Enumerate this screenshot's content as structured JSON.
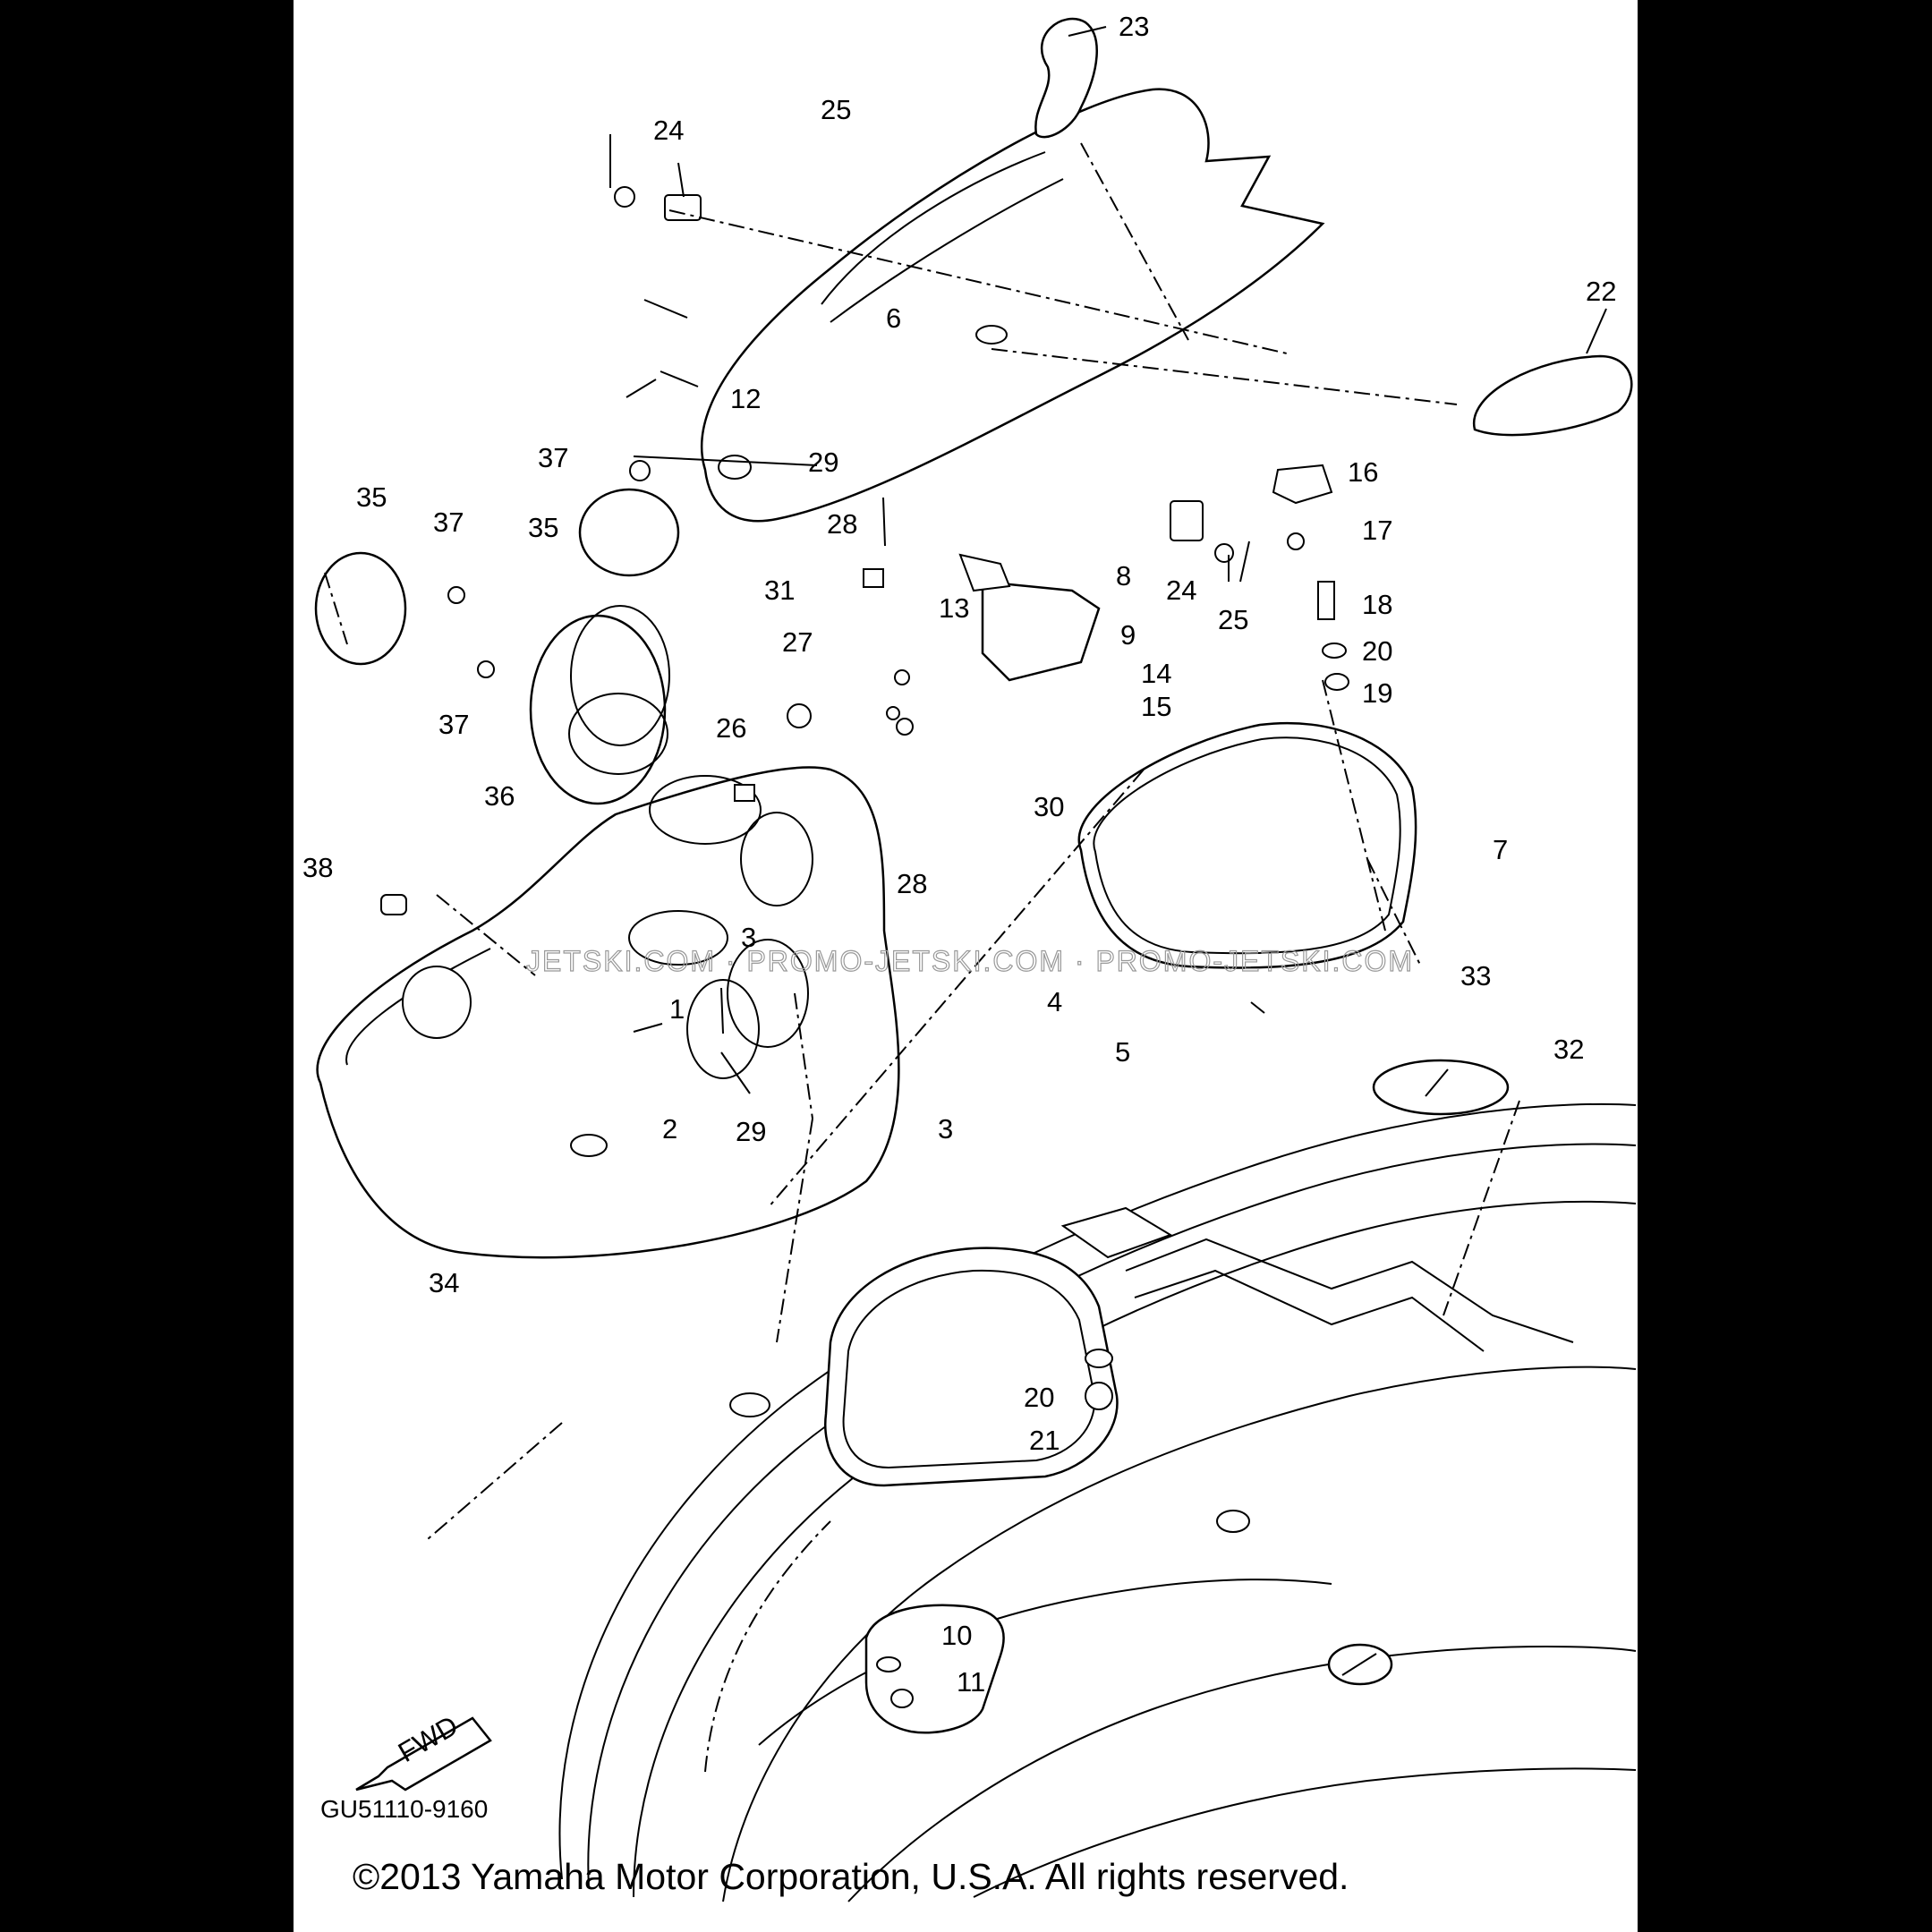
{
  "diagram": {
    "watermark": "JETSKI.COM · PROMO-JETSKI.COM · PROMO-JETSKI.COM",
    "fwd_label": "FWD",
    "drawing_code": "GU51110-9160",
    "copyright": "©2013 Yamaha Motor Corporation, U.S.A. All rights reserved.",
    "labels": [
      "1",
      "2",
      "3",
      "3",
      "4",
      "5",
      "6",
      "7",
      "8",
      "9",
      "10",
      "11",
      "12",
      "13",
      "14",
      "15",
      "16",
      "17",
      "18",
      "19",
      "20",
      "20",
      "21",
      "22",
      "23",
      "24",
      "24",
      "25",
      "25",
      "26",
      "27",
      "28",
      "28",
      "29",
      "29",
      "30",
      "31",
      "32",
      "33",
      "34",
      "35",
      "35",
      "36",
      "37",
      "37",
      "37",
      "38"
    ]
  }
}
